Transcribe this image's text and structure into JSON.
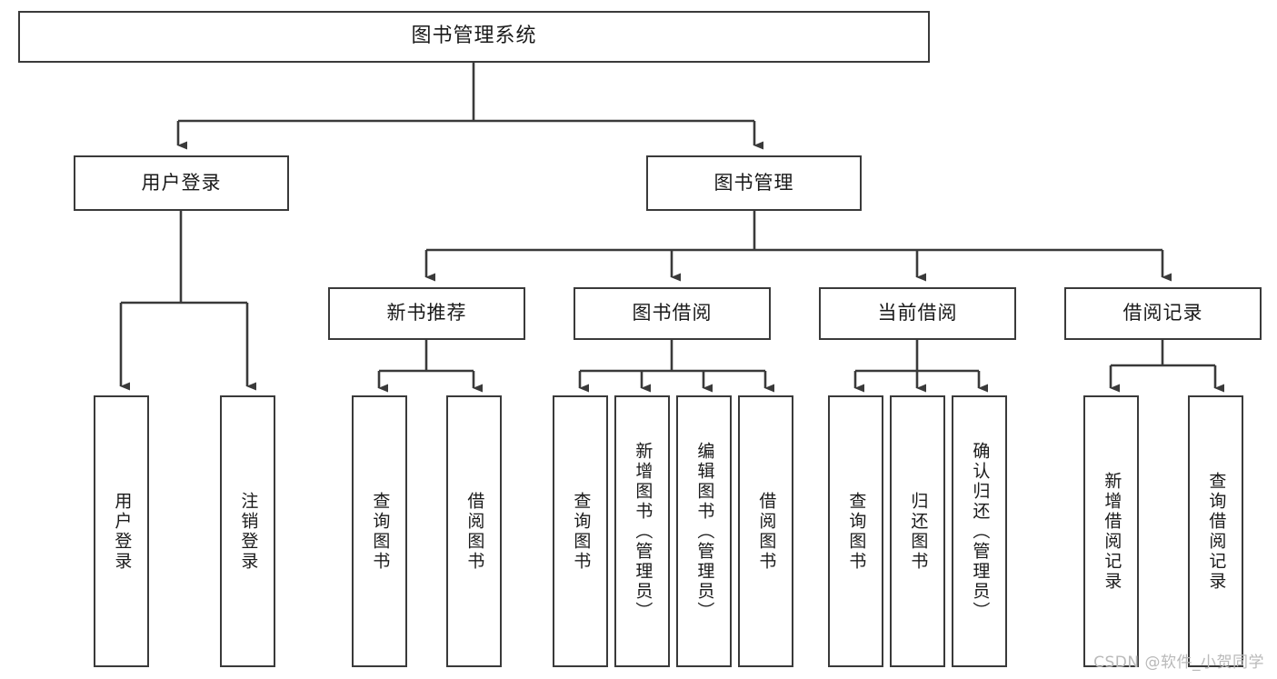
{
  "diagram": {
    "title": "图书管理系统",
    "type": "tree-hierarchy",
    "watermark": "CSDN @软件_小贺同学",
    "colors": {
      "border": "#3a3a3a",
      "background": "#ffffff",
      "text": "#1a1a1a",
      "edge": "#3a3a3a",
      "watermark": "#b9b9b9"
    },
    "root": {
      "label": "图书管理系统"
    },
    "level2": [
      {
        "id": "user-login",
        "label": "用户登录"
      },
      {
        "id": "book-management",
        "label": "图书管理"
      }
    ],
    "level3": [
      {
        "id": "new-book-recommend",
        "label": "新书推荐"
      },
      {
        "id": "book-borrow",
        "label": "图书借阅"
      },
      {
        "id": "current-borrow",
        "label": "当前借阅"
      },
      {
        "id": "borrow-record",
        "label": "借阅记录"
      }
    ],
    "leaves": {
      "user_login": [
        {
          "id": "leaf-user-login",
          "label": "用户登录"
        },
        {
          "id": "leaf-logout-login",
          "label": "注销登录"
        }
      ],
      "new_book_recommend": [
        {
          "id": "leaf-query-book-1",
          "label": "查询图书"
        },
        {
          "id": "leaf-borrow-book-1",
          "label": "借阅图书"
        }
      ],
      "book_borrow": [
        {
          "id": "leaf-query-book-2",
          "label": "查询图书"
        },
        {
          "id": "leaf-add-book",
          "label": "新增图书（管理员）"
        },
        {
          "id": "leaf-edit-book",
          "label": "编辑图书（管理员）"
        },
        {
          "id": "leaf-borrow-book-2",
          "label": "借阅图书"
        }
      ],
      "current_borrow": [
        {
          "id": "leaf-query-book-3",
          "label": "查询图书"
        },
        {
          "id": "leaf-return-book",
          "label": "归还图书"
        },
        {
          "id": "leaf-confirm-return",
          "label": "确认归还（管理员）"
        }
      ],
      "borrow_record": [
        {
          "id": "leaf-add-record",
          "label": "新增借阅记录"
        },
        {
          "id": "leaf-query-record",
          "label": "查询借阅记录"
        }
      ]
    }
  }
}
